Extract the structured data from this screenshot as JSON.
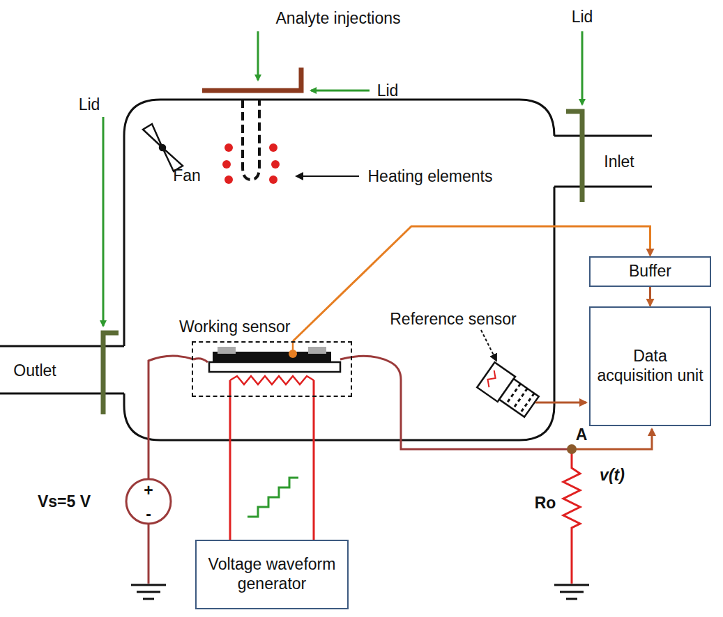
{
  "diagram": {
    "nodes": [
      {
        "text": [
          "Working sensor"
        ]
      },
      {
        "text": [
          "Buffer"
        ]
      },
      {
        "text": [
          "Data acquisition unit"
        ]
      },
      {
        "text": [
          "Voltage waveform generator"
        ]
      }
    ],
    "edges": [
      {
        "from": 0,
        "to": 1,
        "arrow": "to"
      },
      {
        "from": 1,
        "to": 2,
        "arrow": "to"
      },
      {
        "from": 3,
        "to": 0,
        "arrow": "none"
      }
    ],
    "labels": [
      "Analyte injections",
      "Lid",
      "Lid",
      "Lid",
      "Fan",
      "Heating elements",
      "Inlet",
      "Outlet",
      "Reference sensor",
      "A",
      "v(t)",
      "Ro",
      "Vs=5 V",
      "+",
      "-"
    ]
  }
}
